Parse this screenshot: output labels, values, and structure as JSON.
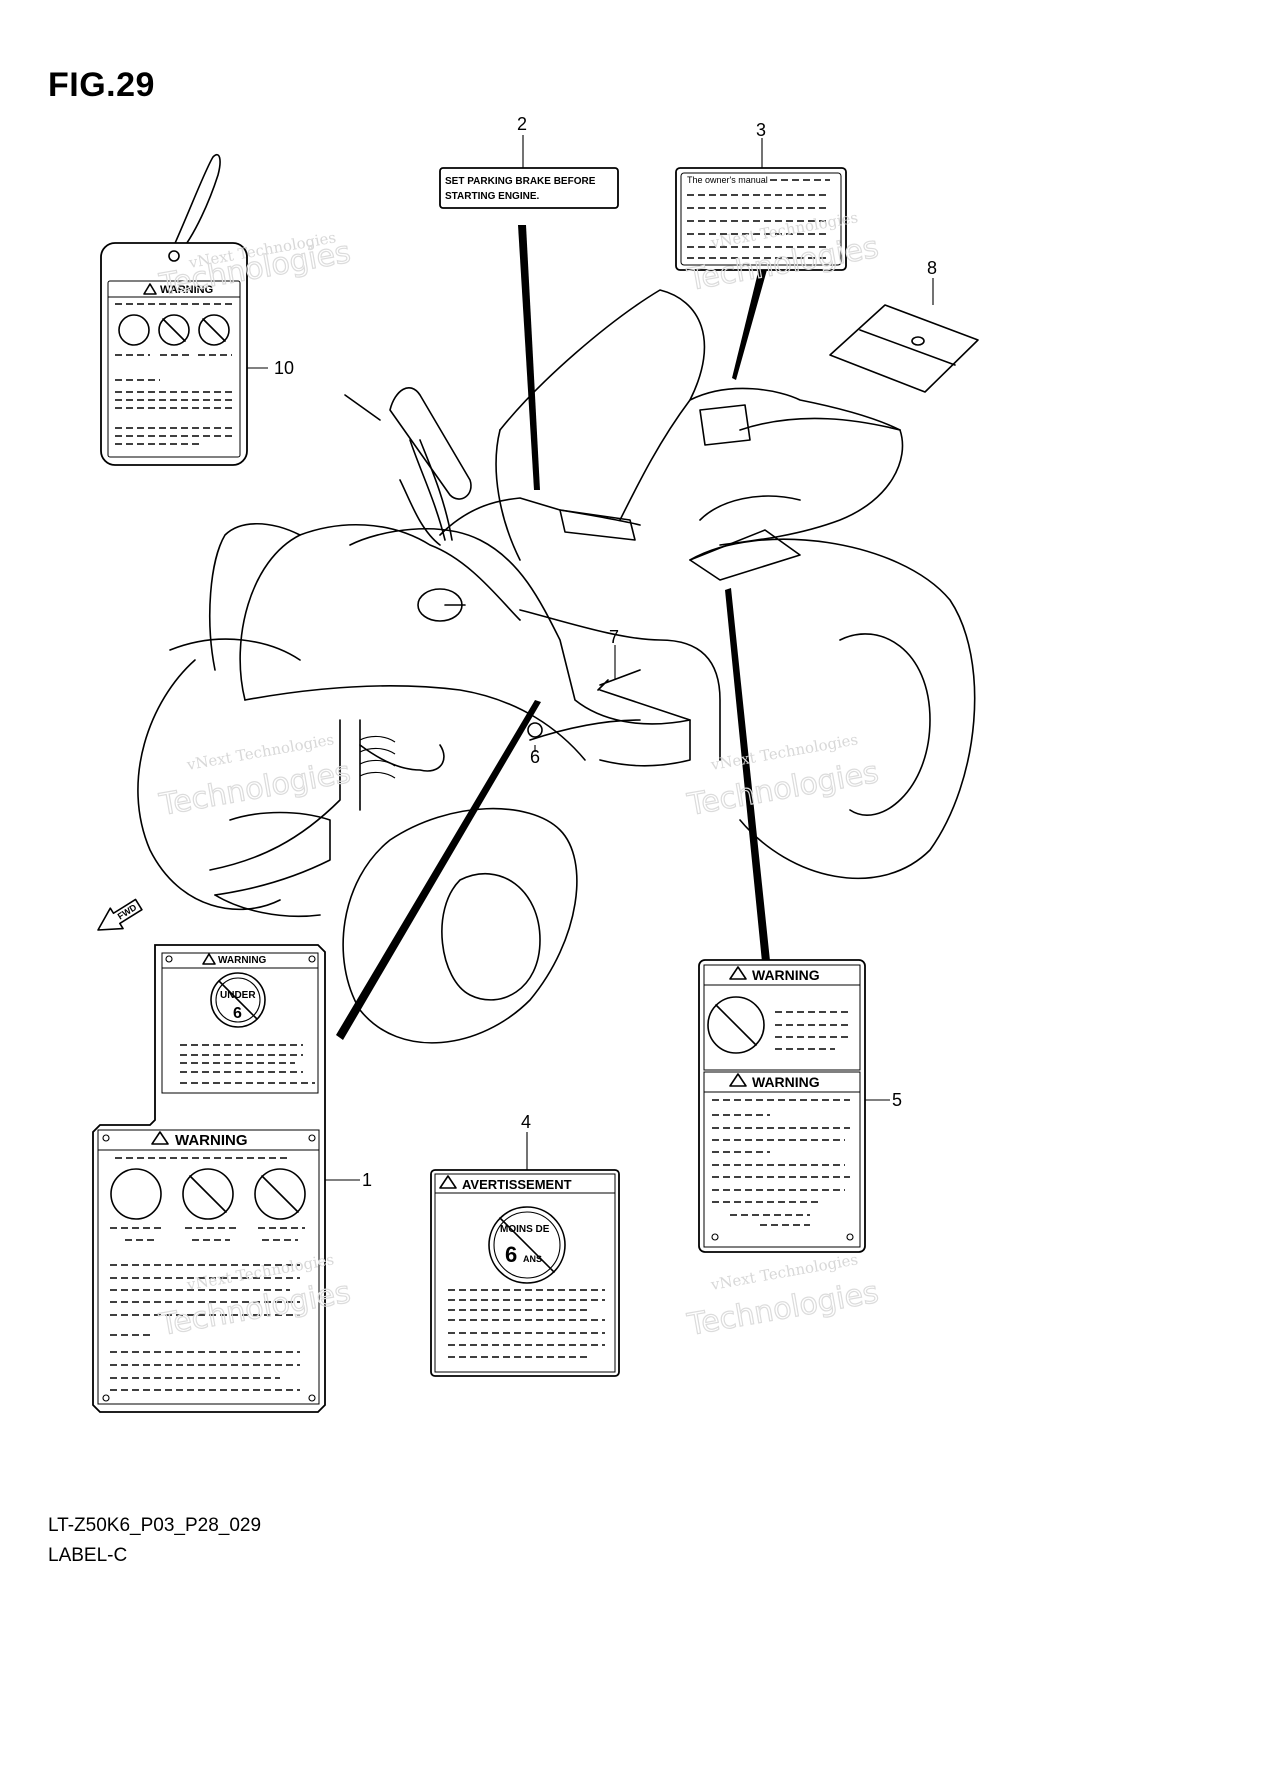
{
  "figure": {
    "title": "FIG.29",
    "model_code": "LT-Z50K6_P03_P28_029",
    "section_name": "LABEL-C"
  },
  "callouts": [
    "1",
    "2",
    "3",
    "4",
    "5",
    "6",
    "7",
    "8",
    "10"
  ],
  "labels": {
    "parking_brake": {
      "line1": "SET PARKING BRAKE BEFORE",
      "line2": "STARTING ENGINE."
    },
    "owners_manual": {
      "heading": "The owner's manual"
    },
    "warning": "WARNING",
    "under_six": {
      "word": "UNDER",
      "number": "6"
    },
    "avertissement": {
      "heading": "AVERTISSEMENT",
      "line1": "MOINS DE",
      "number": "6",
      "unit": "ANS"
    }
  },
  "direction_tag": "FWD",
  "watermark": {
    "line1": "vNext Technologies",
    "big": "Technologies",
    "small": "vNext"
  }
}
